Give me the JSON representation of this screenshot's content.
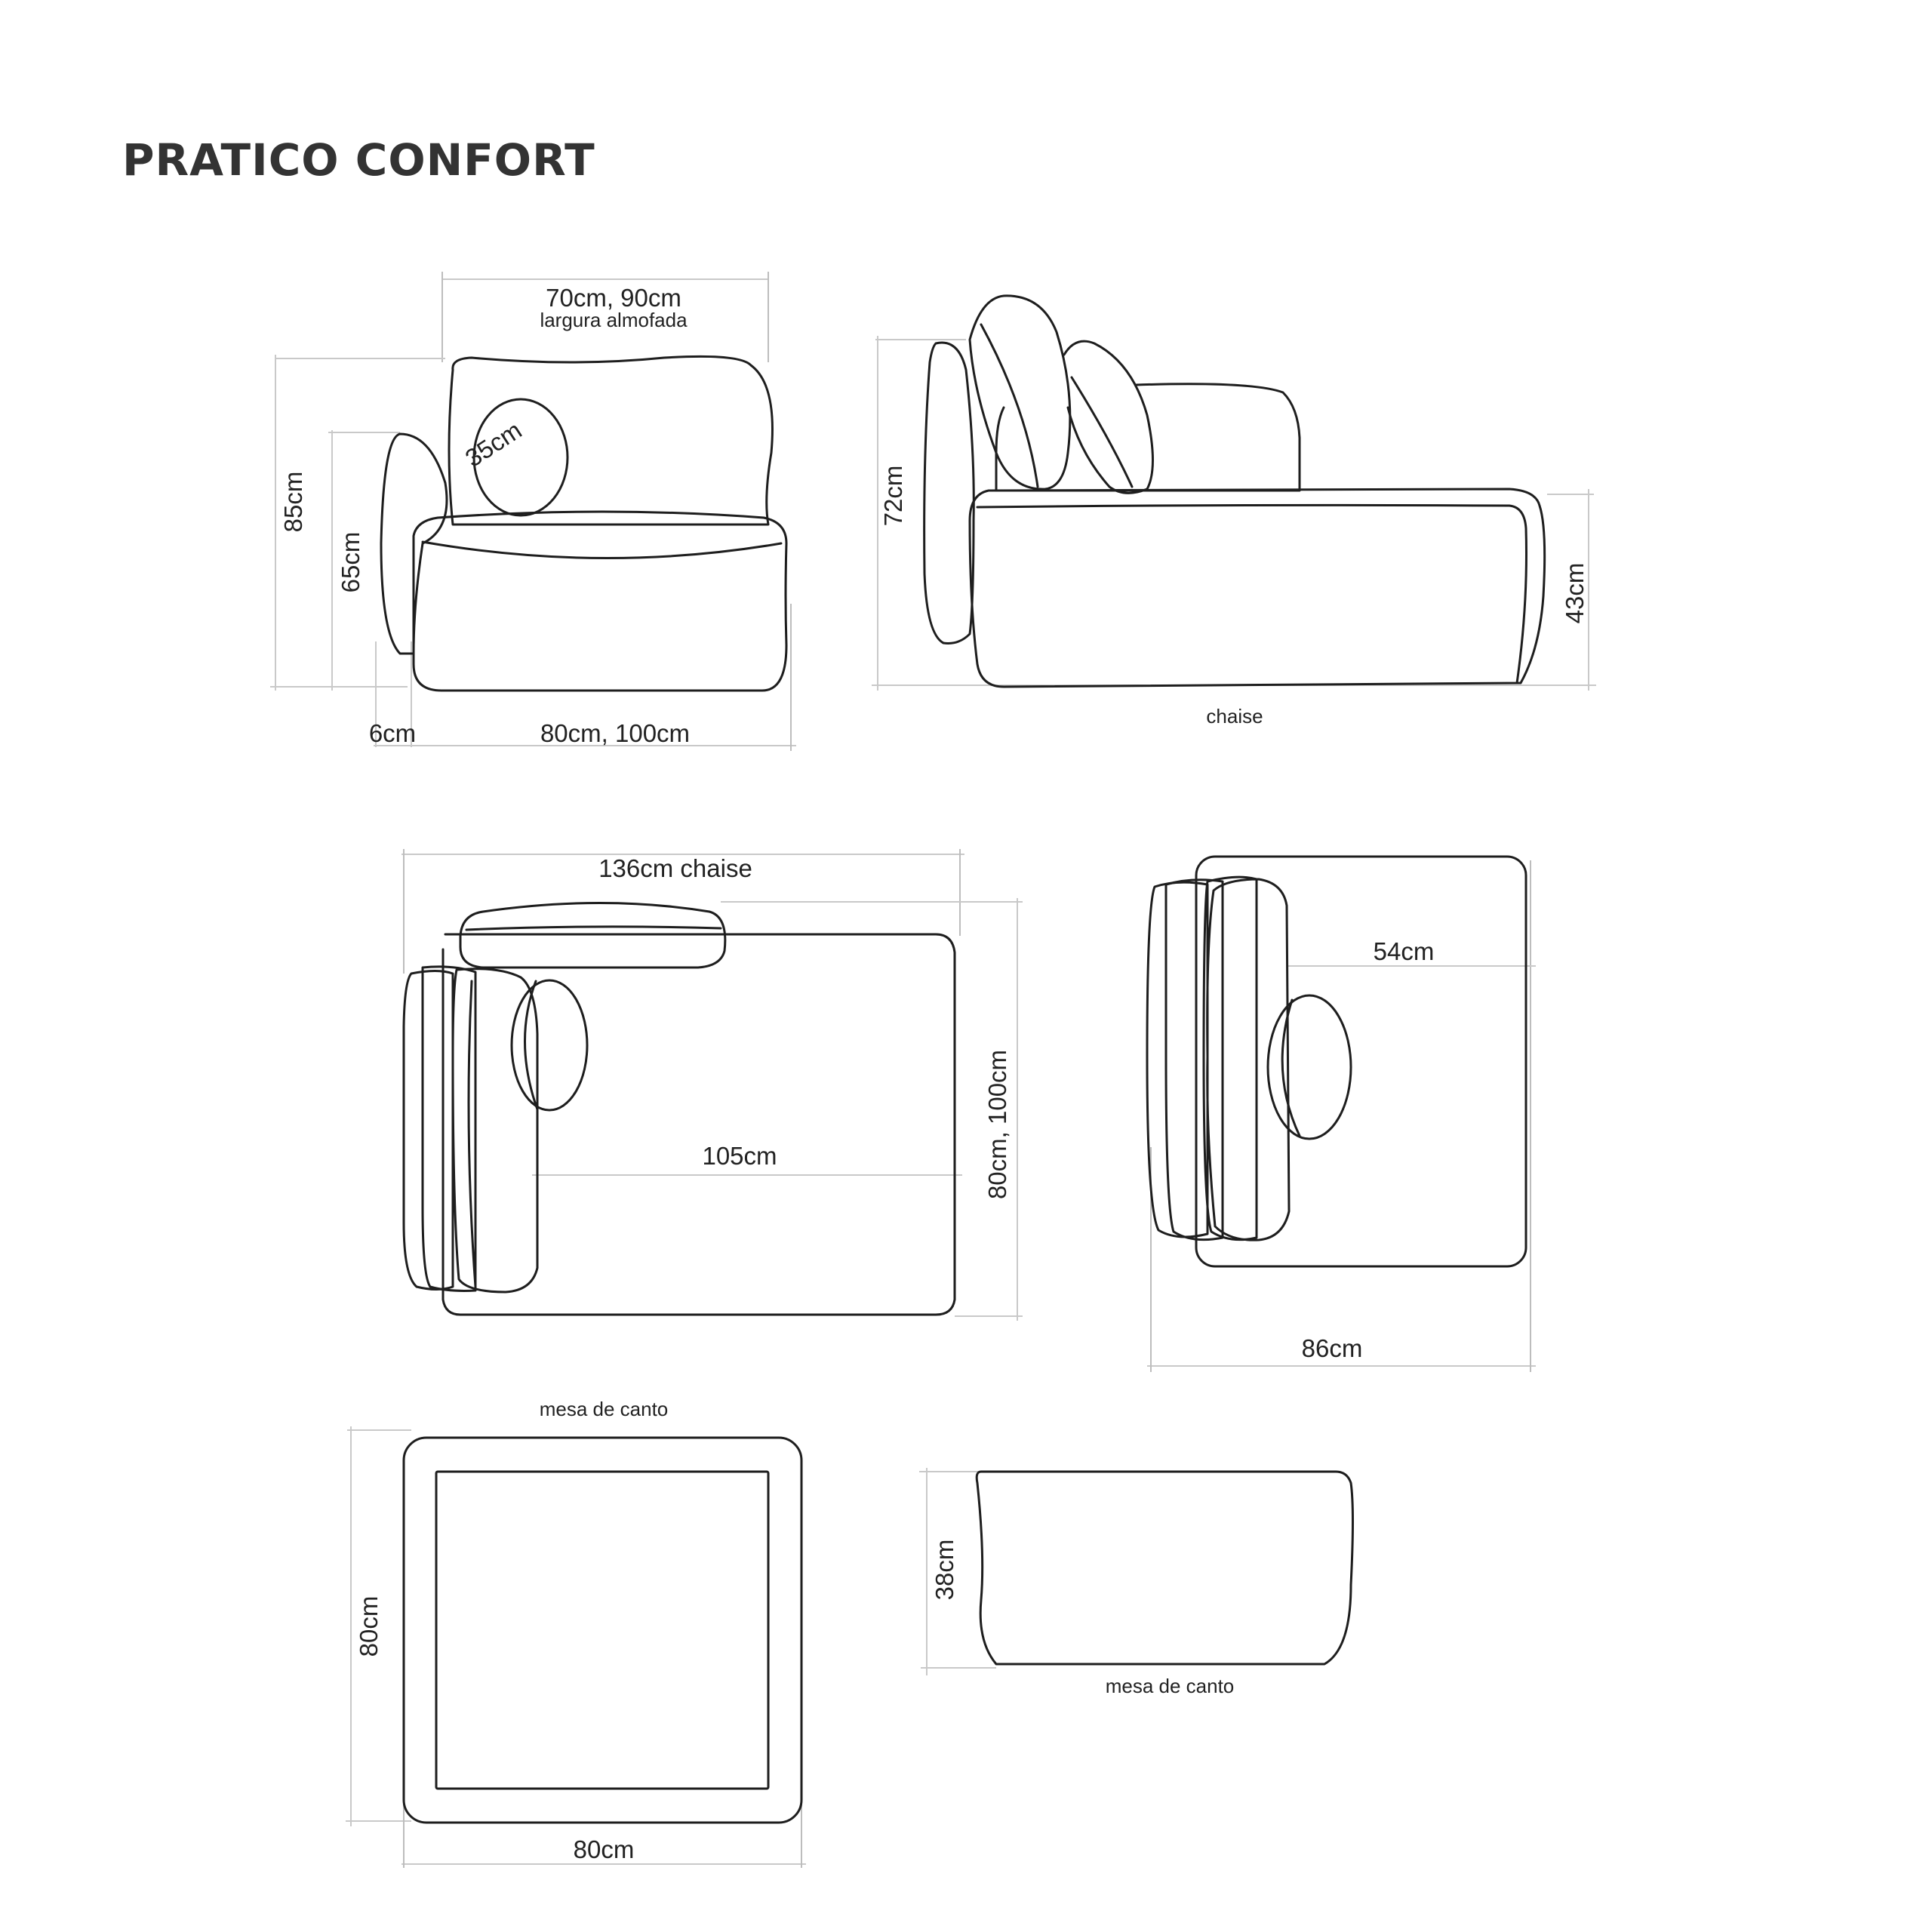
{
  "title": "PRATICO CONFORT",
  "front_view": {
    "cushion_width": "70cm, 90cm",
    "cushion_width_caption": "largura almofada",
    "round_cushion": "35cm",
    "total_height": "85cm",
    "arm_height": "65cm",
    "arm_thickness": "6cm",
    "seat_width": "80cm, 100cm"
  },
  "side_view": {
    "back_height": "72cm",
    "seat_height": "43cm",
    "caption": "chaise"
  },
  "top_view_chaise": {
    "length": "136cm chaise",
    "seat_depth": "105cm",
    "width": "80cm, 100cm"
  },
  "top_view_module": {
    "seat_depth": "54cm",
    "depth": "86cm"
  },
  "corner_table_top": {
    "caption": "mesa de canto",
    "height_label": "80cm",
    "width_label": "80cm"
  },
  "corner_table_side": {
    "caption": "mesa de canto",
    "height_label": "38cm"
  }
}
